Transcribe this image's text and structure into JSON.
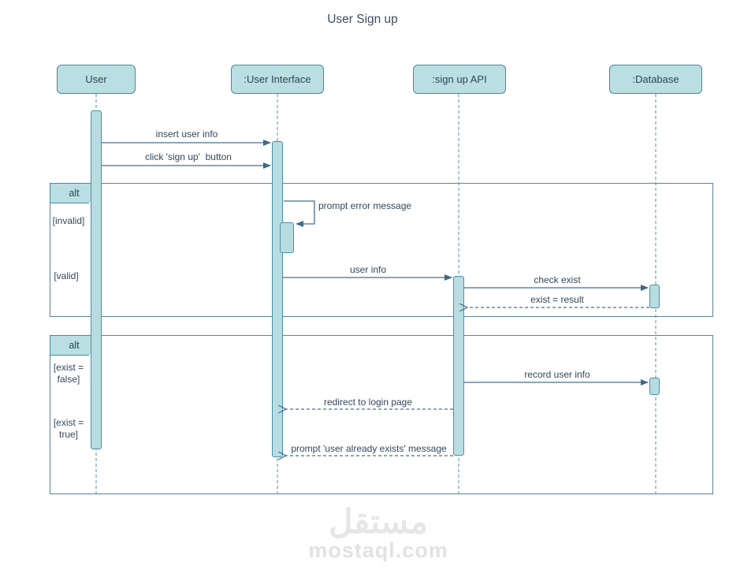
{
  "title": "User Sign up",
  "colors": {
    "node_fill": "#b9dfe3",
    "node_border": "#47889e",
    "activation_fill": "#b7dde2",
    "activation_border": "#4b8fa5",
    "fragment_border": "#5d819b",
    "arrow": "#3d6a8a",
    "lifeline": "#6fa3b8",
    "text": "#33475b",
    "watermark": "#e6e6e6"
  },
  "actors": [
    {
      "id": "user",
      "label": "User"
    },
    {
      "id": "ui",
      "label": ":User Interface"
    },
    {
      "id": "api",
      "label": ":sign up API"
    },
    {
      "id": "db",
      "label": ":Database"
    }
  ],
  "fragments": [
    {
      "operator": "alt",
      "guards": [
        {
          "lines": [
            "[invalid]"
          ]
        },
        {
          "lines": [
            "[valid]"
          ]
        }
      ]
    },
    {
      "operator": "alt",
      "guards": [
        {
          "lines": [
            "[exist =",
            "false]"
          ]
        },
        {
          "lines": [
            "[exist =",
            "true]"
          ]
        }
      ]
    }
  ],
  "messages": [
    {
      "label": "insert user info",
      "from": "User",
      "to": ":User Interface",
      "type": "solid"
    },
    {
      "label": "click 'sign up'  button",
      "from": "User",
      "to": ":User Interface",
      "type": "solid"
    },
    {
      "label": "prompt error message",
      "from": ":User Interface",
      "to": ":User Interface",
      "type": "self"
    },
    {
      "label": "user info",
      "from": ":User Interface",
      "to": ":sign up API",
      "type": "solid"
    },
    {
      "label": "check exist",
      "from": ":sign up API",
      "to": ":Database",
      "type": "solid"
    },
    {
      "label": "exist = result",
      "from": ":Database",
      "to": ":sign up API",
      "type": "dashed-return"
    },
    {
      "label": "record user info",
      "from": ":sign up API",
      "to": ":Database",
      "type": "solid"
    },
    {
      "label": "redirect to login page",
      "from": ":sign up API",
      "to": ":User Interface",
      "type": "dashed-return"
    },
    {
      "label": "prompt 'user already exists' message",
      "from": ":sign up API",
      "to": ":User Interface",
      "type": "dashed-return"
    }
  ],
  "watermark": {
    "arabic": "مستقل",
    "latin": "mostaql.com"
  }
}
